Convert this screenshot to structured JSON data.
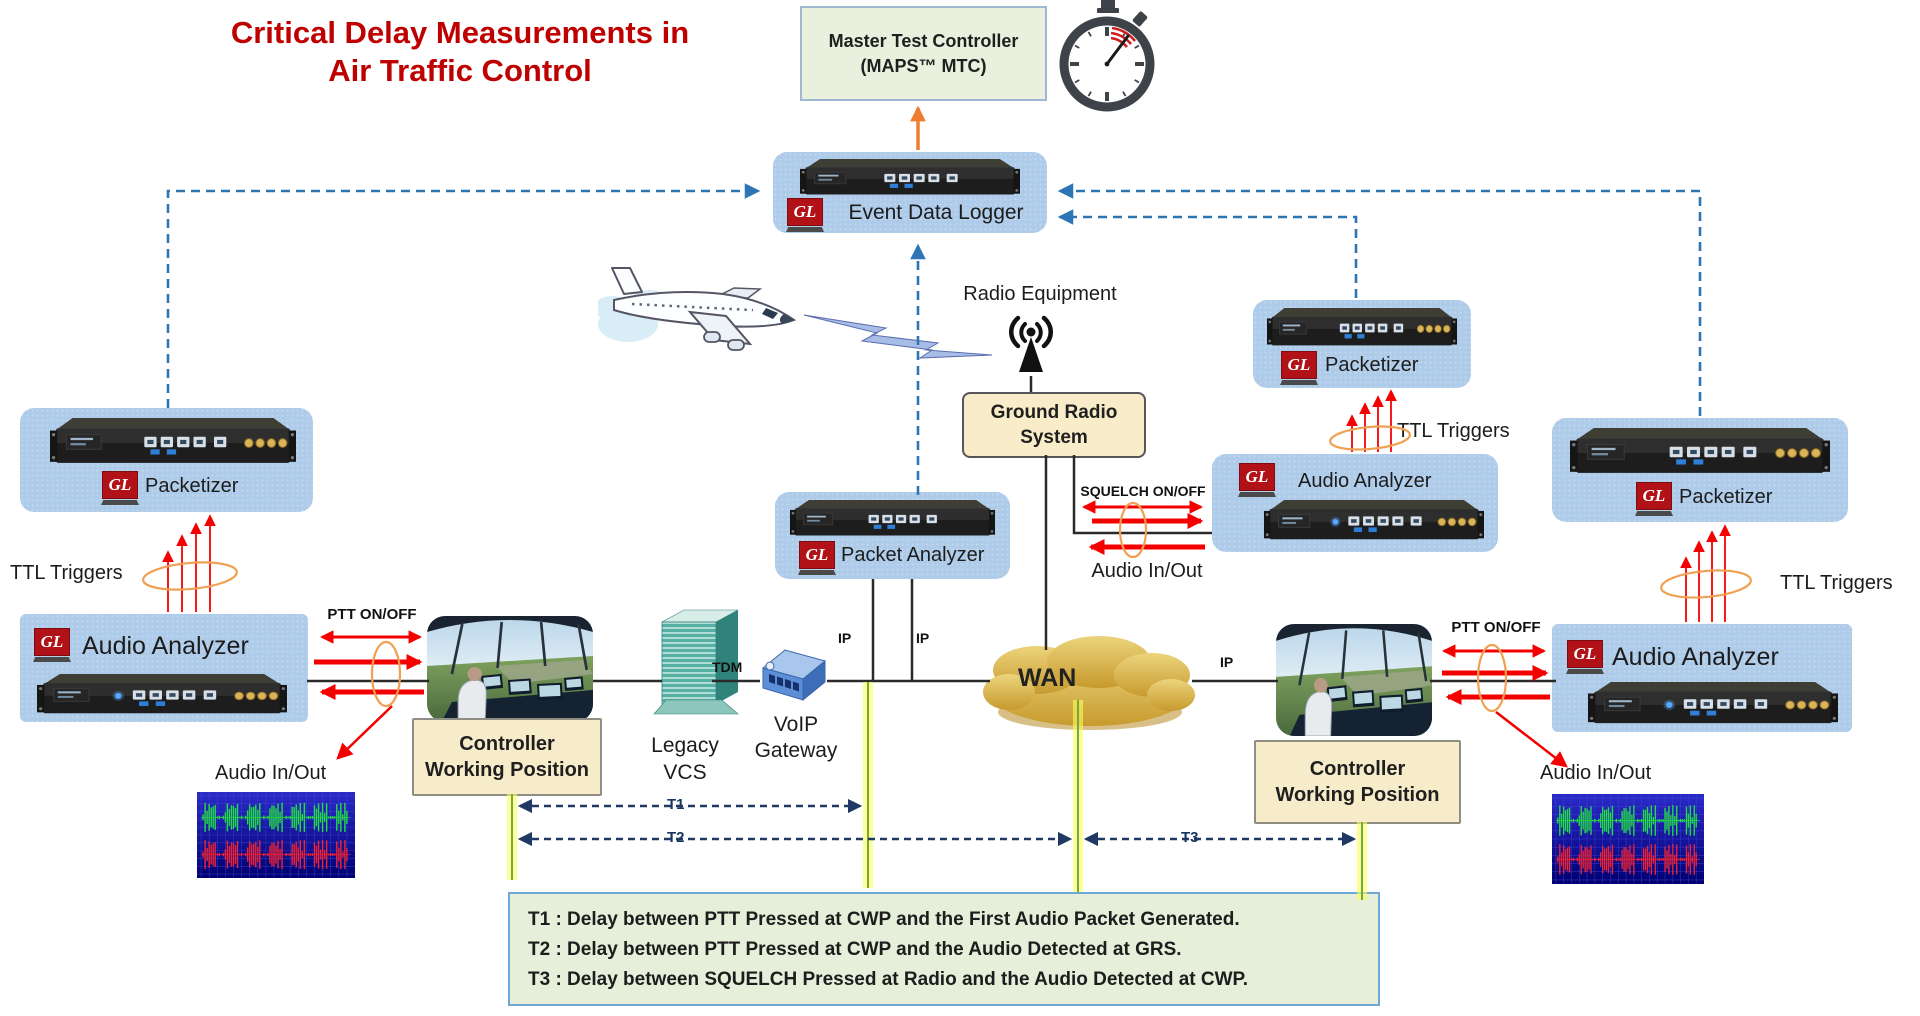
{
  "title": {
    "line1": "Critical Delay Measurements in",
    "line2": "Air Traffic Control"
  },
  "brand": {
    "gl": "GL"
  },
  "boxes": {
    "mtc_line1": "Master Test Controller",
    "mtc_line2": "(MAPS™ MTC)",
    "event_data_logger": "Event Data Logger",
    "radio_equipment": "Radio Equipment",
    "grs_line1": "Ground Radio",
    "grs_line2": "System",
    "packetizer": "Packetizer",
    "audio_analyzer": "Audio Analyzer",
    "packet_analyzer": "Packet Analyzer",
    "cwp_line1": "Controller",
    "cwp_line2": "Working Position",
    "legacy_line1": "Legacy",
    "legacy_line2": "VCS",
    "voip_line1": "VoIP",
    "voip_line2": "Gateway",
    "wan": "WAN"
  },
  "labels": {
    "ttl_triggers": "TTL Triggers",
    "ptt": "PTT ON/OFF",
    "squelch": "SQUELCH ON/OFF",
    "audio_io": "Audio In/Out",
    "tdm": "TDM",
    "ip": "IP",
    "t1": "T1",
    "t2": "T2",
    "t3": "T3"
  },
  "legend": {
    "t1": "T1 : Delay between PTT Pressed at CWP and the First Audio Packet Generated.",
    "t2": "T2 : Delay between PTT Pressed at CWP and the Audio Detected at GRS.",
    "t3": "T3 : Delay between SQUELCH Pressed at Radio and the Audio Detected at CWP."
  },
  "colors": {
    "title_red": "#BE0000",
    "device_box_blue": "#AECBE9",
    "tan_box": "#F8EDC8",
    "green_box": "#E9F1DE",
    "dashed_blue": "#2E75B6",
    "arrow_red": "#FF0000",
    "arrow_orange": "#ED7D31",
    "timeline_navy": "#1F3864",
    "marker_yellow": "#FFFF55",
    "gl_logo_red": "#B01217"
  }
}
